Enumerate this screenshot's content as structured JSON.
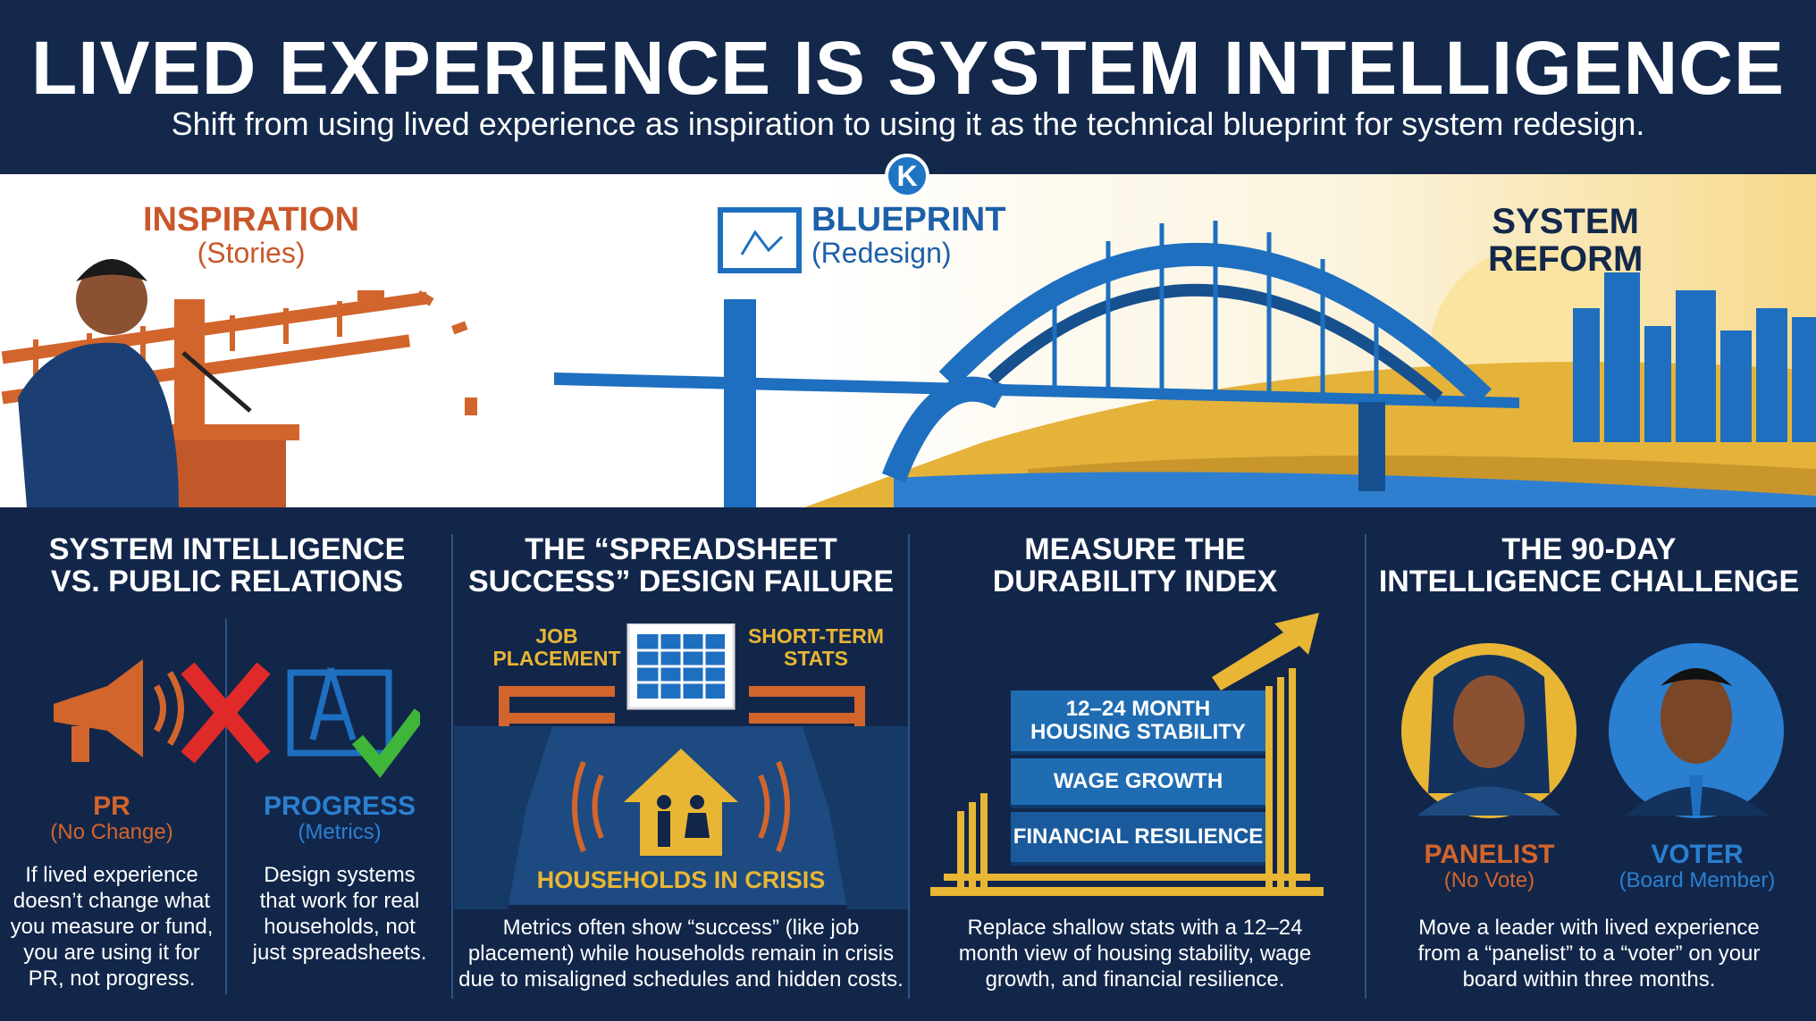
{
  "header": {
    "title": "LIVED EXPERIENCE IS SYSTEM INTELLIGENCE",
    "subtitle": "Shift from using lived experience as inspiration to using it as the technical blueprint for system redesign."
  },
  "banner": {
    "logo_letter": "K",
    "inspiration": "INSPIRATION",
    "inspiration_sub": "(Stories)",
    "blueprint": "BLUEPRINT",
    "blueprint_sub": "(Redesign)",
    "reform_line1": "SYSTEM",
    "reform_line2": "REFORM"
  },
  "colors": {
    "navy": "#12264a",
    "orange": "#d2652c",
    "blue": "#1f74c4",
    "gold": "#e8b634",
    "red": "#e02a2a",
    "green": "#3fb53a"
  },
  "columns": [
    {
      "title_line1": "SYSTEM INTELLIGENCE",
      "title_line2": "VS. PUBLIC RELATIONS",
      "left_label": "PR",
      "left_sub": "(No Change)",
      "left_body": [
        "If lived experience",
        "doesn’t change what",
        "you measure or fund,",
        "you are using it for",
        "PR, not progress."
      ],
      "right_label": "PROGRESS",
      "right_sub": "(Metrics)",
      "right_body": [
        "Design systems",
        "that work for real",
        "households, not",
        "just spreadsheets."
      ],
      "icons": [
        "megaphone-icon",
        "x-mark-icon",
        "blueprint-icon",
        "checkmark-icon"
      ]
    },
    {
      "title_line1": "THE “SPREADSHEET",
      "title_line2": "SUCCESS” DESIGN FAILURE",
      "left_tag_line1": "JOB",
      "left_tag_line2": "PLACEMENT",
      "right_tag_line1": "SHORT-TERM",
      "right_tag_line2": "STATS",
      "crisis": "HOUSEHOLDS IN CRISIS",
      "body": [
        "Metrics often show “success” (like job",
        "placement) while households remain in crisis",
        "due to misaligned schedules and hidden costs."
      ]
    },
    {
      "title_line1": "MEASURE THE",
      "title_line2": "DURABILITY INDEX",
      "blocks": [
        [
          "12–24 MONTH",
          "HOUSING STABILITY"
        ],
        [
          "WAGE GROWTH"
        ],
        [
          "FINANCIAL RESILIENCE"
        ]
      ],
      "body": [
        "Replace shallow stats with a 12–24",
        "month view of housing stability, wage",
        "growth, and financial resilience."
      ]
    },
    {
      "title_line1": "THE 90-DAY",
      "title_line2": "INTELLIGENCE CHALLENGE",
      "left_label": "PANELIST",
      "left_sub": "(No Vote)",
      "right_label": "VOTER",
      "right_sub": "(Board Member)",
      "body": [
        "Move a leader with lived experience",
        "from a “panelist” to a “voter” on your",
        "board within three months."
      ]
    }
  ]
}
